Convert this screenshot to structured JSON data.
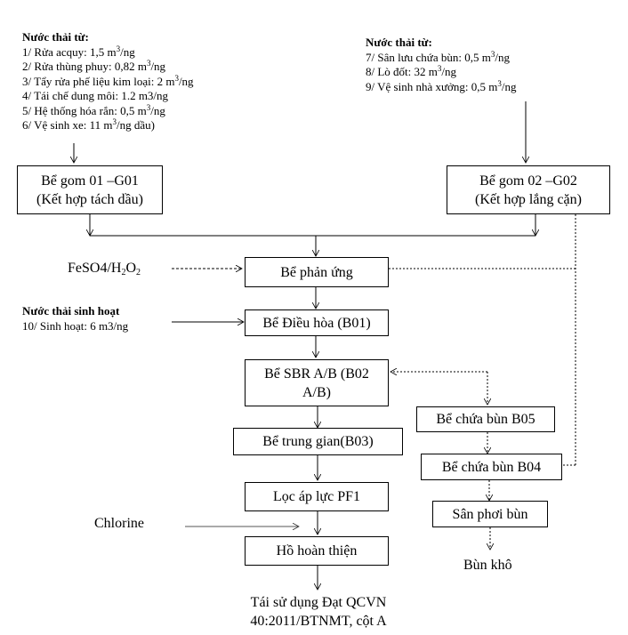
{
  "sources_left": {
    "header": "Nước thải từ:",
    "items": [
      {
        "text": "1/ Rửa acquy: 1,5 m",
        "sup": "3",
        "tail": "/ng"
      },
      {
        "text": "2/ Rửa thùng phuy: 0,82 m",
        "sup": "3",
        "tail": "/ng"
      },
      {
        "text": "3/ Tẩy rửa phế liệu kim loại: 2 m",
        "sup": "3",
        "tail": "/ng"
      },
      {
        "text": "4/ Tái chế dung môi: 1.2 m3/ng",
        "sup": "",
        "tail": ""
      },
      {
        "text": "5/ Hệ thống hóa rắn: 0,5 m",
        "sup": "3",
        "tail": "/ng"
      },
      {
        "text": "6/ Vệ sinh xe: 11 m",
        "sup": "3",
        "tail": "/ng dầu)"
      }
    ]
  },
  "sources_right": {
    "header": "Nước thải từ:",
    "items": [
      {
        "text": "7/ Sân lưu chứa bùn: 0,5 m",
        "sup": "3",
        "tail": "/ng"
      },
      {
        "text": "8/ Lò đốt: 32 m",
        "sup": "3",
        "tail": "/ng"
      },
      {
        "text": "9/ Vệ sinh nhà xưởng: 0,5 m",
        "sup": "3",
        "tail": "/ng"
      }
    ]
  },
  "sources_domestic": {
    "header": "Nước thải sinh hoạt",
    "items": [
      {
        "text": "10/ Sinh hoạt: 6 m3/ng"
      }
    ]
  },
  "chemicals": {
    "fenton": {
      "prefix": "FeSO4/H",
      "sub1": "2",
      "mid": "O",
      "sub2": "2"
    },
    "chlorine": "Chlorine"
  },
  "nodes": {
    "g01": {
      "line1": "Bể gom 01 –G01",
      "line2": "(Kết hợp tách dầu)"
    },
    "g02": {
      "line1": "Bể gom 02 –G02",
      "line2": "(Kết hợp lắng cặn)"
    },
    "reaction": "Bể phản ứng",
    "b01": "Bể Điều hòa (B01)",
    "b02": {
      "line1": "Bể SBR A/B (B02",
      "line2": "A/B)"
    },
    "b03": "Bể trung gian(B03)",
    "pf1": "Lọc áp lực PF1",
    "finish": "Hồ hoàn thiện",
    "b05": "Bể chứa bùn B05",
    "b04": "Bể chứa bùn B04",
    "drying": "Sân phơi bùn"
  },
  "outputs": {
    "reuse": {
      "line1": "Tái sử dụng Đạt QCVN",
      "line2": "40:2011/BTNMT, cột A"
    },
    "dry_sludge": "Bùn khô"
  }
}
